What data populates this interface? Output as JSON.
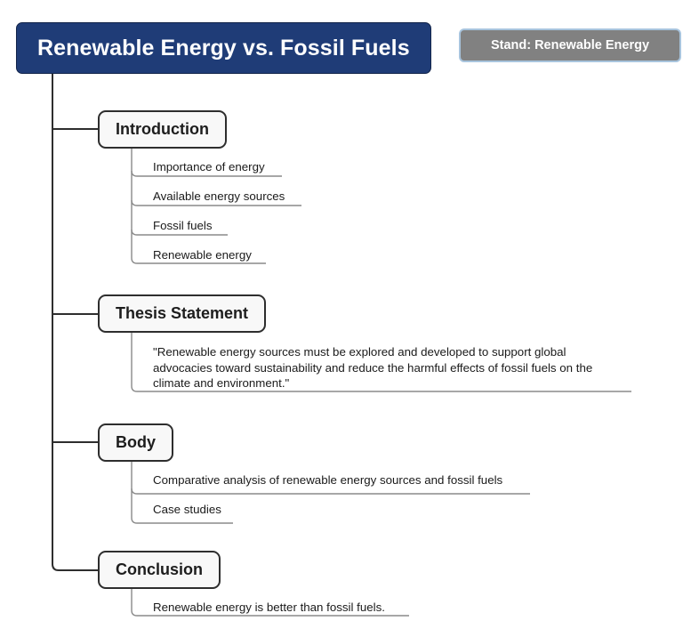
{
  "document": {
    "title": "Renewable Energy vs. Fossil Fuels",
    "stand_badge": "Stand: Renewable Energy",
    "background_color": "#ffffff",
    "root_fill_color": "#1f3c77",
    "root_text_color": "#ffffff",
    "badge_fill_color": "#818181",
    "badge_border_color": "#a8c4dd",
    "section_fill_color": "#f8f8f8",
    "section_border_color": "#2e2e2e",
    "trunk_color": "#2e2e2e",
    "leaf_line_color": "#8a8a8a"
  },
  "sections": [
    {
      "label": "Introduction",
      "items": [
        {
          "text": "Importance of energy"
        },
        {
          "text": "Available energy sources"
        },
        {
          "text": "Fossil fuels"
        },
        {
          "text": "Renewable energy"
        }
      ]
    },
    {
      "label": "Thesis Statement",
      "items": [
        {
          "text": "\"Renewable energy sources must be explored and developed to support global advocacies toward sustainability and reduce the harmful effects of fossil fuels on the climate and environment.\""
        }
      ]
    },
    {
      "label": "Body",
      "items": [
        {
          "text": "Comparative analysis of renewable energy sources and fossil fuels"
        },
        {
          "text": "Case studies"
        }
      ]
    },
    {
      "label": "Conclusion",
      "items": [
        {
          "text": "Renewable energy is better than fossil fuels."
        }
      ]
    }
  ]
}
